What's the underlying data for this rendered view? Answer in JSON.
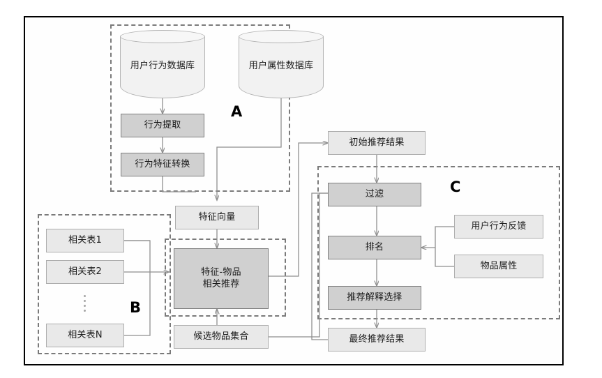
{
  "figure": {
    "title": "",
    "frame_color": "#000000",
    "background": "#ffffff"
  },
  "palette": {
    "box_light_fill": "#e9e9e9",
    "box_light_border": "#adadad",
    "box_dark_fill": "#d0d0d0",
    "box_dark_border": "#7d7d7d",
    "cylinder_fill": "#f2f2f2",
    "cylinder_border": "#b4b4b4",
    "region_dash": "#7a7a7a",
    "wire": "#8f8f8f"
  },
  "regions": [
    {
      "id": "A",
      "label": "A"
    },
    {
      "id": "B",
      "label": "B"
    },
    {
      "id": "C",
      "label": "C"
    }
  ],
  "databases": [
    {
      "id": "user-behavior-db",
      "label": "用户行为数据库"
    },
    {
      "id": "user-attribute-db",
      "label": "用户属性数据库"
    }
  ],
  "nodes": {
    "behavior_extraction": {
      "label": "行为提取",
      "style": "dark"
    },
    "behavior_feature_transform": {
      "label": "行为特征转换",
      "style": "dark"
    },
    "feature_vector": {
      "label": "特征向量",
      "style": "light"
    },
    "relation_table_1": {
      "label": "相关表1",
      "style": "light"
    },
    "relation_table_2": {
      "label": "相关表2",
      "style": "light"
    },
    "relation_table_n": {
      "label": "相关表N",
      "style": "light"
    },
    "feature_item_recommend": {
      "label": "特征-物品\n相关推荐",
      "line1": "特征-物品",
      "line2": "相关推荐",
      "style": "dark"
    },
    "candidate_item_set": {
      "label": "候选物品集合",
      "style": "light"
    },
    "initial_recommend_result": {
      "label": "初始推荐结果",
      "style": "light"
    },
    "filter": {
      "label": "过滤",
      "style": "dark"
    },
    "ranking": {
      "label": "排名",
      "style": "dark"
    },
    "explanation_selection": {
      "label": "推荐解释选择",
      "style": "dark"
    },
    "final_recommend_result": {
      "label": "最终推荐结果",
      "style": "light"
    },
    "user_behavior_feedback": {
      "label": "用户行为反馈",
      "style": "light"
    },
    "item_attributes": {
      "label": "物品属性",
      "style": "light"
    }
  },
  "edges": [
    {
      "from": "user-behavior-db",
      "to": "behavior_extraction",
      "arrow": true
    },
    {
      "from": "behavior_extraction",
      "to": "behavior_feature_transform",
      "arrow": true
    },
    {
      "from": "behavior_feature_transform",
      "to": "feature_vector",
      "arrow": true
    },
    {
      "from": "user-attribute-db",
      "to": "feature_vector",
      "arrow": true
    },
    {
      "from": "feature_vector",
      "to": "feature_item_recommend",
      "arrow": true
    },
    {
      "from": "relation_table_1",
      "to": "feature_item_recommend",
      "arrow": true
    },
    {
      "from": "relation_table_2",
      "to": "feature_item_recommend",
      "arrow": true
    },
    {
      "from": "relation_table_n",
      "to": "feature_item_recommend",
      "arrow": true
    },
    {
      "from": "candidate_item_set",
      "to": "feature_item_recommend",
      "arrow": true
    },
    {
      "from": "feature_item_recommend",
      "to": "initial_recommend_result",
      "arrow": true
    },
    {
      "from": "initial_recommend_result",
      "to": "filter",
      "arrow": true
    },
    {
      "from": "candidate_item_set",
      "to": "filter",
      "arrow": true
    },
    {
      "from": "filter",
      "to": "ranking",
      "arrow": true
    },
    {
      "from": "user_behavior_feedback",
      "to": "ranking",
      "arrow": true
    },
    {
      "from": "item_attributes",
      "to": "ranking",
      "arrow": true
    },
    {
      "from": "ranking",
      "to": "explanation_selection",
      "arrow": true
    },
    {
      "from": "explanation_selection",
      "to": "final_recommend_result",
      "arrow": true
    },
    {
      "from": "final_recommend_result",
      "to": "filter",
      "arrow": true
    }
  ]
}
